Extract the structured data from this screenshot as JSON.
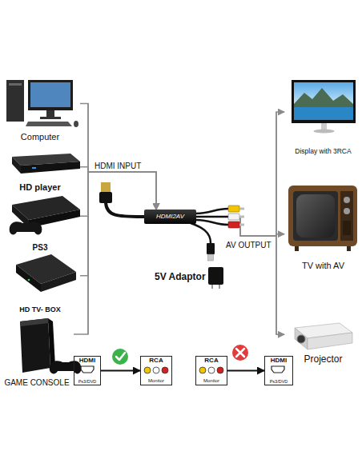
{
  "diagram": {
    "nodes": [
      {
        "text": [
          "Computer"
        ]
      },
      {
        "text": [
          "HD player"
        ]
      },
      {
        "text": [
          "PS3"
        ]
      },
      {
        "text": [
          "HD TV- BOX"
        ]
      },
      {
        "text": [
          "GAME CONSOLE"
        ]
      },
      {
        "text": [
          "HDMI2AV"
        ]
      },
      {
        "text": [
          "Display with 3RCA"
        ]
      },
      {
        "text": [
          "TV with AV"
        ]
      },
      {
        "text": [
          "Projector"
        ]
      },
      {
        "text": [
          "HDMI",
          "Ps3/DVD"
        ]
      },
      {
        "text": [
          "RCA",
          "Monitor"
        ]
      },
      {
        "text": [
          "RCA",
          "Monitor"
        ]
      },
      {
        "text": [
          "HDMI",
          "Ps3/DVD"
        ]
      }
    ],
    "edges": [
      {
        "from": 0,
        "to": 5,
        "arrow": "to"
      },
      {
        "from": 1,
        "to": 5,
        "arrow": "to"
      },
      {
        "from": 2,
        "to": 5,
        "arrow": "to"
      },
      {
        "from": 3,
        "to": 5,
        "arrow": "to"
      },
      {
        "from": 4,
        "to": 5,
        "arrow": "to"
      },
      {
        "from": 5,
        "to": 6,
        "arrow": "to"
      },
      {
        "from": 5,
        "to": 7,
        "arrow": "to"
      },
      {
        "from": 5,
        "to": 8,
        "arrow": "to"
      },
      {
        "from": 9,
        "to": 10,
        "arrow": "to"
      },
      {
        "from": 11,
        "to": 12,
        "arrow": "to"
      }
    ],
    "labels": [
      "HDMI INPUT",
      "AV OUTPUT",
      "5V Adaptor"
    ]
  }
}
